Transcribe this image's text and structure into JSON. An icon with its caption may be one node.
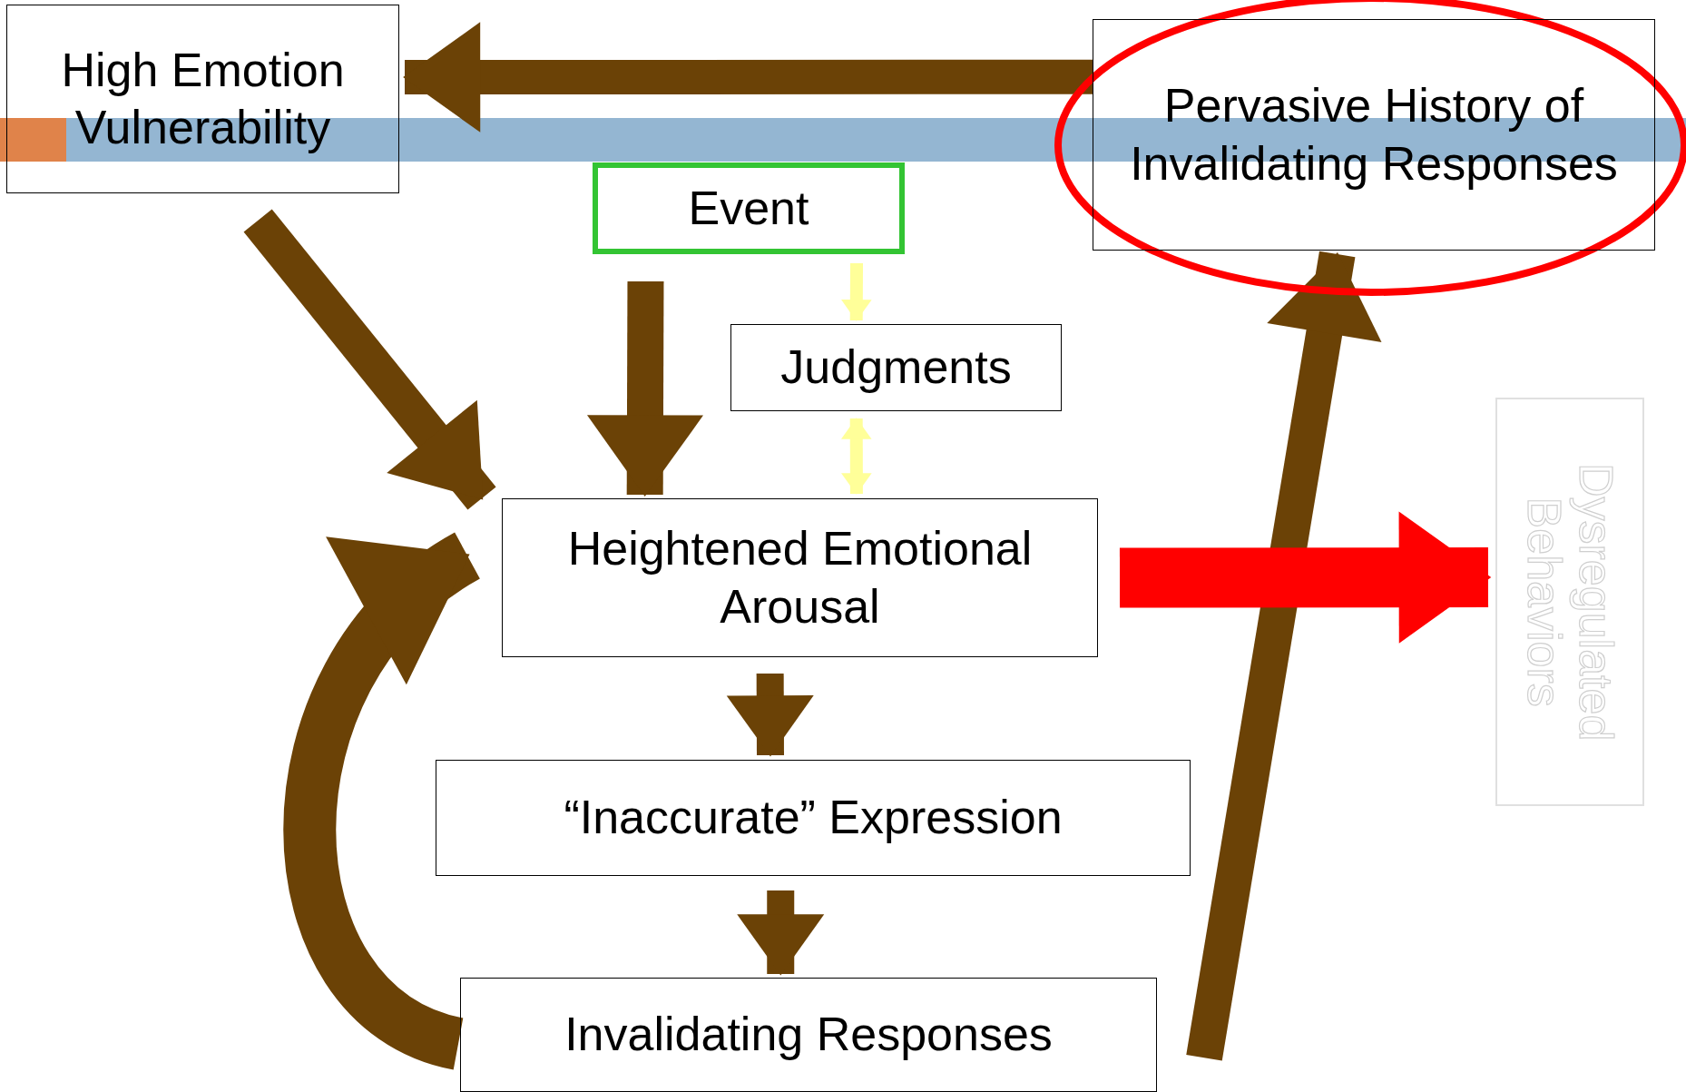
{
  "diagram": {
    "nodes": [
      {
        "text": [
          "High Emotion Vulnerability"
        ]
      },
      {
        "text": [
          "Pervasive History of Invalidating Responses"
        ]
      },
      {
        "text": [
          "Event"
        ]
      },
      {
        "text": [
          "Judgments"
        ]
      },
      {
        "text": [
          "Heightened Emotional Arousal"
        ]
      },
      {
        "text": [
          "“Inaccurate” Expression"
        ]
      },
      {
        "text": [
          "Invalidating Responses"
        ]
      },
      {
        "text": [
          "Dysregulated Behaviors"
        ]
      }
    ],
    "edges": [
      {
        "from": 1,
        "to": 0,
        "arrow": "to"
      },
      {
        "from": 0,
        "to": 4,
        "arrow": "to"
      },
      {
        "from": 2,
        "to": 4,
        "arrow": "to"
      },
      {
        "from": 2,
        "to": 3,
        "arrow": "to",
        "color": "#ffff99"
      },
      {
        "from": 3,
        "to": 4,
        "arrow": "both",
        "color": "#ffff99"
      },
      {
        "from": 4,
        "to": 5,
        "arrow": "to"
      },
      {
        "from": 5,
        "to": 6,
        "arrow": "to"
      },
      {
        "from": 6,
        "to": 4,
        "arrow": "to"
      },
      {
        "from": 6,
        "to": 1,
        "arrow": "to"
      },
      {
        "from": 4,
        "to": 7,
        "arrow": "to",
        "color": "#ff0000"
      }
    ]
  }
}
